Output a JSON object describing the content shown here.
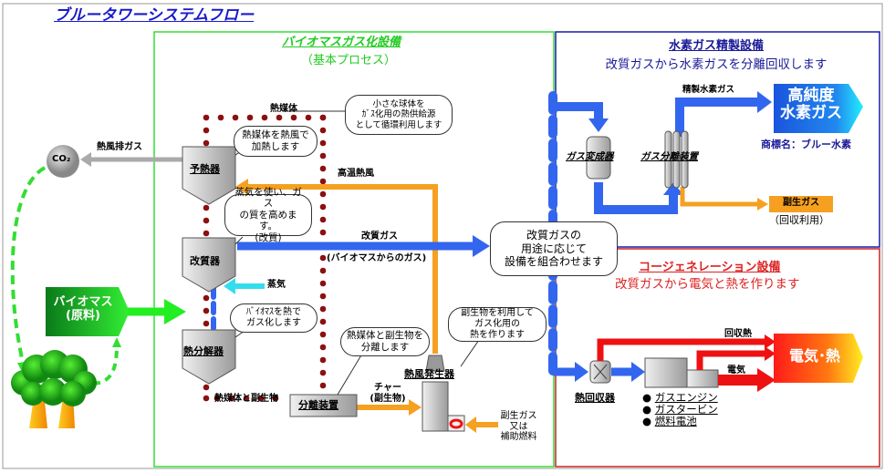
{
  "title": "ブルータワーシステムフロー",
  "colors": {
    "title_blue": "#1a1acc",
    "biomass_green": "#22cc22",
    "hydrogen_blue": "#1a1a99",
    "cogen_red": "#dd2222",
    "gas_blue": "#3366ee",
    "hot_air_orange": "#f5a020",
    "heat_medium_dark_red": "#8b1010",
    "steam_cyan": "#33ddee",
    "exhaust_gray": "#aaaaaa"
  },
  "biomass_section": {
    "title": "バイオマスガス化設備",
    "subtitle": "（基本プロセス）",
    "equipment": {
      "preheater": "予熱器",
      "reformer": "改質器",
      "pyrolyzer": "熱分解器",
      "separator": "分離装置",
      "hot_air_generator": "熱風発生器"
    },
    "labels": {
      "heat_medium": "熱媒体",
      "hot_air": "高温熱風",
      "reformed_gas": "改質ガス",
      "gas_from_biomass": "(バイオマスからのガス)",
      "steam": "蒸気",
      "heat_medium_and_byproduct": "熱媒体と副生物",
      "char_line1": "チャー",
      "char_line2": "(副生物)",
      "byproduct_gas_line1": "副生ガス",
      "byproduct_gas_line2": "又は",
      "byproduct_gas_line3": "補助燃料"
    },
    "bubbles": {
      "spheres": "小さな球体を\nｶﾞｽ化用の熱供給源\nとして循環利用します",
      "heat_medium_heating": "熱媒体を熱風で\n加熱します",
      "reform": "蒸気を使い、ガス\nの質を高めます。\n(改質)",
      "gasify": "ﾊﾞｲｵﾏｽを熱で\nガス化します",
      "separate": "熱媒体と副生物を\n分離します",
      "byproduct_heat": "副生物を利用して\nガス化用の\n熱を作ります"
    }
  },
  "left": {
    "co2": "CO₂",
    "exhaust_label": "熱風排ガス",
    "biomass_line1": "バイオマス",
    "biomass_line2": "(原料)"
  },
  "center_bubble": "改質ガスの\n用途に応じて\n設備を組合わせます",
  "hydrogen_section": {
    "title": "水素ガス精製設備",
    "subtitle": "改質ガスから水素ガスを分離回収します",
    "shift_converter": "ガス変成器",
    "gas_separator": "ガス分離装置",
    "purified_label": "精製水素ガス",
    "output_line1": "高純度",
    "output_line2": "水素ガス",
    "trademark": "商標名：ブルー水素",
    "byproduct_gas": "副生ガス",
    "byproduct_use": "（回収利用）"
  },
  "cogen_section": {
    "title": "コージェネレーション設備",
    "subtitle": "改質ガスから電気と熱を作ります",
    "heat_recovery": "熱回収器",
    "recovered_heat": "回収熱",
    "electricity": "電気",
    "output": "電気･熱",
    "options": [
      "ガスエンジン",
      "ガスタービン",
      "燃料電池"
    ]
  }
}
